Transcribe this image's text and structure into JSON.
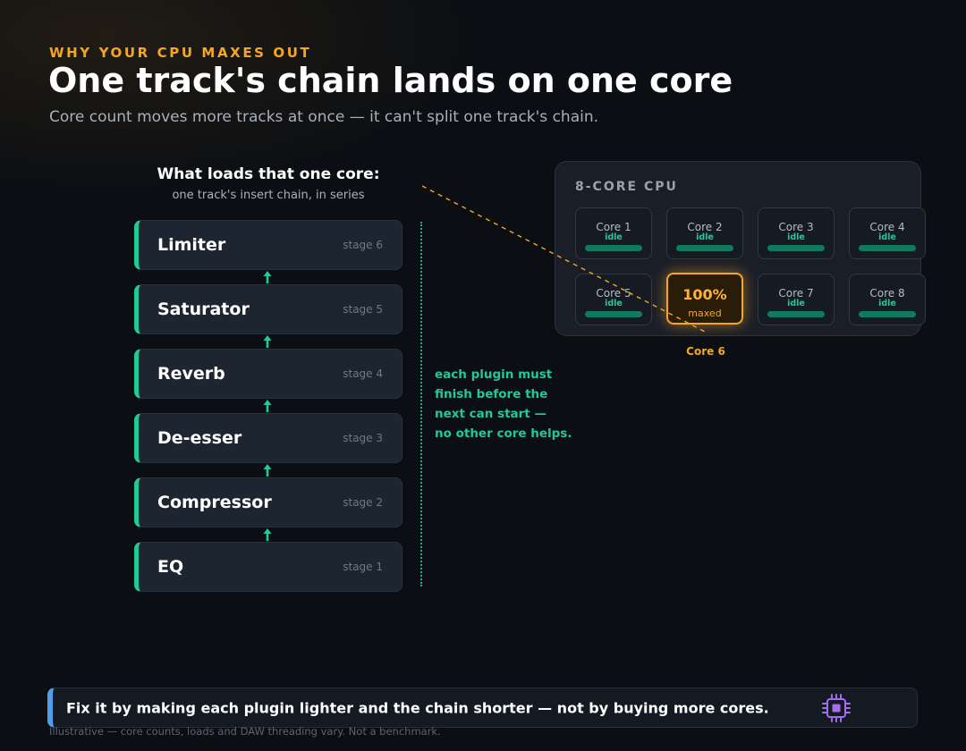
{
  "header": {
    "eyebrow": "WHY YOUR CPU MAXES OUT",
    "title": "One track's chain lands on one core",
    "subtitle": "Core count moves more tracks at once — it can't split one track's chain."
  },
  "chain": {
    "heading": "What loads that one core:",
    "subheading": "one track's insert chain, in series",
    "stages": [
      {
        "name": "Limiter",
        "label": "stage 6"
      },
      {
        "name": "Saturator",
        "label": "stage 5"
      },
      {
        "name": "Reverb",
        "label": "stage 4"
      },
      {
        "name": "De-esser",
        "label": "stage 3"
      },
      {
        "name": "Compressor",
        "label": "stage 2"
      },
      {
        "name": "EQ",
        "label": "stage 1"
      }
    ],
    "note_lines": [
      "each plugin must",
      "finish before the",
      "next can start —",
      "no other core helps."
    ]
  },
  "cpu": {
    "label": "8-CORE CPU",
    "cores": [
      {
        "name": "Core 1",
        "state": "idle"
      },
      {
        "name": "Core 2",
        "state": "idle"
      },
      {
        "name": "Core 3",
        "state": "idle"
      },
      {
        "name": "Core 4",
        "state": "idle"
      },
      {
        "name": "Core 5",
        "state": "idle"
      },
      {
        "name": "Core 6",
        "load": "100%",
        "state": "maxed"
      },
      {
        "name": "Core 7",
        "state": "idle"
      },
      {
        "name": "Core 8",
        "state": "idle"
      }
    ],
    "maxed_caption": "Core 6"
  },
  "callout": {
    "text": "Fix it by making each plugin lighter and the chain shorter — not by buying more cores.",
    "icon": "cpu-chip-icon"
  },
  "footnote": "Illustrative — core counts, loads and DAW threading vary. Not a benchmark.",
  "colors": {
    "accent_orange": "#f5a623",
    "accent_green": "#22c997",
    "accent_blue": "#4f9ee8",
    "chip_purple": "#a66cf0"
  }
}
